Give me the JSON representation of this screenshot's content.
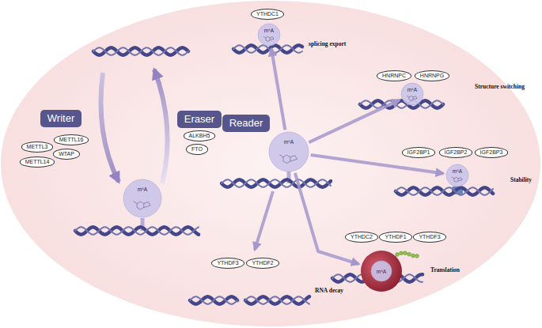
{
  "diagram": {
    "nodes": [
      {
        "text": [
          "Writer"
        ]
      },
      {
        "text": [
          "METTL3"
        ]
      },
      {
        "text": [
          "METTL16"
        ]
      },
      {
        "text": [
          "WTAP"
        ]
      },
      {
        "text": [
          "METTL14"
        ]
      },
      {
        "text": [
          "Eraser"
        ]
      },
      {
        "text": [
          "ALKBH5"
        ]
      },
      {
        "text": [
          "FTO"
        ]
      },
      {
        "text": [
          "m⁶A"
        ]
      },
      {
        "text": [
          "Reader"
        ]
      },
      {
        "text": [
          "m⁶A"
        ]
      },
      {
        "text": [
          "YTHDC1"
        ]
      },
      {
        "text": [
          "m⁶A"
        ]
      },
      {
        "text": [
          "HNRNPC"
        ]
      },
      {
        "text": [
          "HNRNPG"
        ]
      },
      {
        "text": [
          "m⁶A"
        ]
      },
      {
        "text": [
          "IGF2BP1"
        ]
      },
      {
        "text": [
          "IGF2BP2"
        ]
      },
      {
        "text": [
          "IGF2BP3"
        ]
      },
      {
        "text": [
          "m⁶A"
        ]
      },
      {
        "text": [
          "YTHDC2"
        ]
      },
      {
        "text": [
          "YTHDF1"
        ]
      },
      {
        "text": [
          "YTHDF3"
        ]
      },
      {
        "text": [
          "m⁶A"
        ]
      },
      {
        "text": [
          "YTHDF3"
        ]
      },
      {
        "text": [
          "YTHDF2"
        ]
      }
    ],
    "edges": [
      {
        "from": 10,
        "to": 12,
        "arrow": "to"
      },
      {
        "from": 10,
        "to": 15,
        "arrow": "to"
      },
      {
        "from": 10,
        "to": 19,
        "arrow": "to"
      },
      {
        "from": 10,
        "to": 23,
        "arrow": "to"
      }
    ],
    "labels": [
      "splicing export",
      "Structure switching",
      "Stability",
      "Translation",
      "RNA decay"
    ]
  }
}
